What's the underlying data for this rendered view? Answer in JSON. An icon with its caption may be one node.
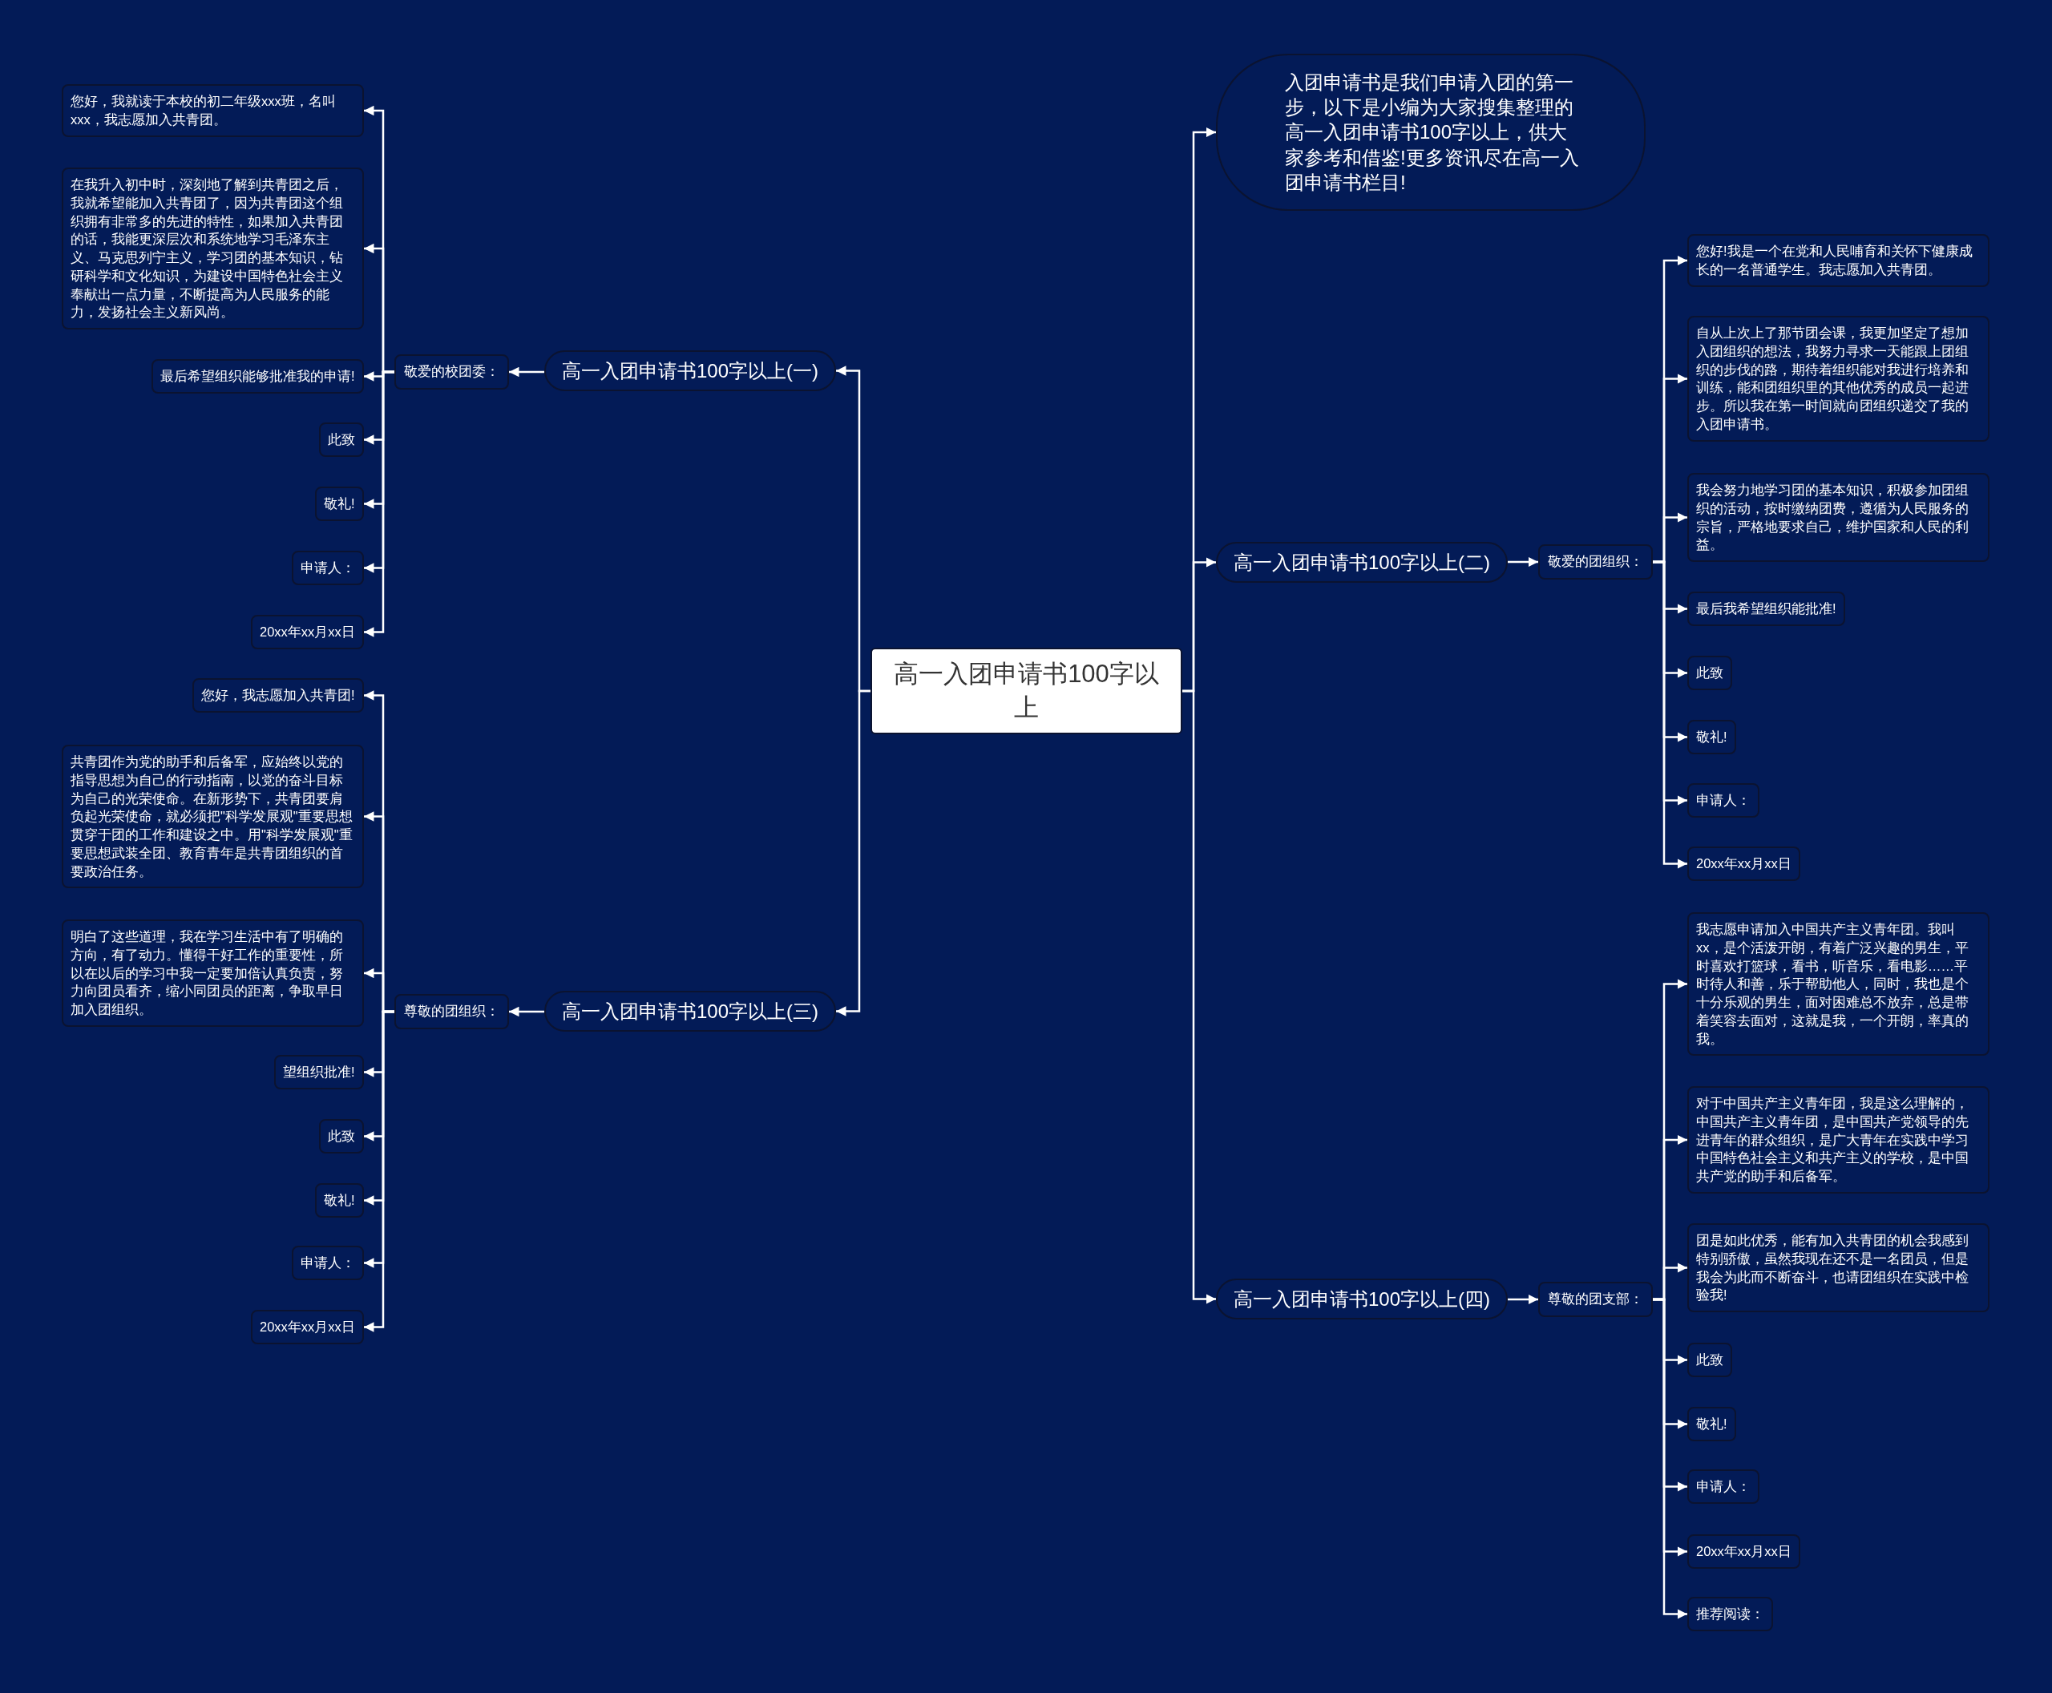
{
  "diagram": {
    "nodes": [
      {
        "text": [
          "高一入团申请书100字以上"
        ]
      },
      {
        "text": [
          "入团申请书是我们申请入团的第一步，以下是小编为大家搜集整理的高一入团申请书100字以上，供大家参考和借鉴!更多资讯尽在高一入团申请书栏目!"
        ]
      },
      {
        "text": [
          "高一入团申请书100字以上(一)"
        ]
      },
      {
        "text": [
          "敬爱的校团委："
        ]
      },
      {
        "text": [
          "您好，我就读于本校的初二年级xxx班，名叫xxx，我志愿加入共青团。"
        ]
      },
      {
        "text": [
          "在我升入初中时，深刻地了解到共青团之后，我就希望能加入共青团了，因为共青团这个组织拥有非常多的先进的特性，如果加入共青团的话，我能更深层次和系统地学习毛泽东主义、马克思列宁主义，学习团的基本知识，钻研科学和文化知识，为建设中国特色社会主义奉献出一点力量，不断提高为人民服务的能力，发扬社会主义新风尚。"
        ]
      },
      {
        "text": [
          "最后希望组织能够批准我的申请!"
        ]
      },
      {
        "text": [
          "此致"
        ]
      },
      {
        "text": [
          "敬礼!"
        ]
      },
      {
        "text": [
          "申请人："
        ]
      },
      {
        "text": [
          "20xx年xx月xx日"
        ]
      },
      {
        "text": [
          "高一入团申请书100字以上(三)"
        ]
      },
      {
        "text": [
          "尊敬的团组织："
        ]
      },
      {
        "text": [
          "您好，我志愿加入共青团!"
        ]
      },
      {
        "text": [
          "共青团作为党的助手和后备军，应始终以党的指导思想为自己的行动指南，以党的奋斗目标为自己的光荣使命。在新形势下，共青团要肩负起光荣使命，就必须把\"科学发展观\"重要思想贯穿于团的工作和建设之中。用\"科学发展观\"重要思想武装全团、教育青年是共青团组织的首要政治任务。"
        ]
      },
      {
        "text": [
          "明白了这些道理，我在学习生活中有了明确的方向，有了动力。懂得干好工作的重要性，所以在以后的学习中我一定要加倍认真负责，努力向团员看齐，缩小同团员的距离，争取早日加入团组织。"
        ]
      },
      {
        "text": [
          "望组织批准!"
        ]
      },
      {
        "text": [
          "此致"
        ]
      },
      {
        "text": [
          "敬礼!"
        ]
      },
      {
        "text": [
          "申请人："
        ]
      },
      {
        "text": [
          "20xx年xx月xx日"
        ]
      },
      {
        "text": [
          "高一入团申请书100字以上(二)"
        ]
      },
      {
        "text": [
          "敬爱的团组织："
        ]
      },
      {
        "text": [
          "您好!我是一个在党和人民哺育和关怀下健康成长的一名普通学生。我志愿加入共青团。"
        ]
      },
      {
        "text": [
          "自从上次上了那节团会课，我更加坚定了想加入团组织的想法，我努力寻求一天能跟上团组织的步伐的路，期待着组织能对我进行培养和训练，能和团组织里的其他优秀的成员一起进步。所以我在第一时间就向团组织递交了我的入团申请书。"
        ]
      },
      {
        "text": [
          "我会努力地学习团的基本知识，积极参加团组织的活动，按时缴纳团费，遵循为人民服务的宗旨，严格地要求自己，维护国家和人民的利益。"
        ]
      },
      {
        "text": [
          "最后我希望组织能批准!"
        ]
      },
      {
        "text": [
          "此致"
        ]
      },
      {
        "text": [
          "敬礼!"
        ]
      },
      {
        "text": [
          "申请人："
        ]
      },
      {
        "text": [
          "20xx年xx月xx日"
        ]
      },
      {
        "text": [
          "高一入团申请书100字以上(四)"
        ]
      },
      {
        "text": [
          "尊敬的团支部："
        ]
      },
      {
        "text": [
          "我志愿申请加入中国共产主义青年团。我叫xx，是个活泼开朗，有着广泛兴趣的男生，平时喜欢打篮球，看书，听音乐，看电影……平时待人和善，乐于帮助他人，同时，我也是个十分乐观的男生，面对困难总不放弃，总是带着笑容去面对，这就是我，一个开朗，率真的我。"
        ]
      },
      {
        "text": [
          "对于中国共产主义青年团，我是这么理解的，中国共产主义青年团，是中国共产党领导的先进青年的群众组织，是广大青年在实践中学习中国特色社会主义和共产主义的学校，是中国共产党的助手和后备军。"
        ]
      },
      {
        "text": [
          "团是如此优秀，能有加入共青团的机会我感到特别骄傲，虽然我现在还不是一名团员，但是我会为此而不断奋斗，也请团组织在实践中检验我!"
        ]
      },
      {
        "text": [
          "此致"
        ]
      },
      {
        "text": [
          "敬礼!"
        ]
      },
      {
        "text": [
          "申请人："
        ]
      },
      {
        "text": [
          "20xx年xx月xx日"
        ]
      },
      {
        "text": [
          "推荐阅读："
        ]
      }
    ],
    "edges": [
      {
        "from": 0,
        "to": 1,
        "arrow": "to"
      },
      {
        "from": 0,
        "to": 2,
        "arrow": "to"
      },
      {
        "from": 2,
        "to": 3,
        "arrow": "to"
      },
      {
        "from": 3,
        "to": 4,
        "arrow": "to"
      },
      {
        "from": 3,
        "to": 5,
        "arrow": "to"
      },
      {
        "from": 3,
        "to": 6,
        "arrow": "to"
      },
      {
        "from": 3,
        "to": 7,
        "arrow": "to"
      },
      {
        "from": 3,
        "to": 8,
        "arrow": "to"
      },
      {
        "from": 3,
        "to": 9,
        "arrow": "to"
      },
      {
        "from": 3,
        "to": 10,
        "arrow": "to"
      },
      {
        "from": 0,
        "to": 11,
        "arrow": "to"
      },
      {
        "from": 11,
        "to": 12,
        "arrow": "to"
      },
      {
        "from": 12,
        "to": 13,
        "arrow": "to"
      },
      {
        "from": 12,
        "to": 14,
        "arrow": "to"
      },
      {
        "from": 12,
        "to": 15,
        "arrow": "to"
      },
      {
        "from": 12,
        "to": 16,
        "arrow": "to"
      },
      {
        "from": 12,
        "to": 17,
        "arrow": "to"
      },
      {
        "from": 12,
        "to": 18,
        "arrow": "to"
      },
      {
        "from": 12,
        "to": 19,
        "arrow": "to"
      },
      {
        "from": 12,
        "to": 20,
        "arrow": "to"
      },
      {
        "from": 0,
        "to": 21,
        "arrow": "to"
      },
      {
        "from": 21,
        "to": 22,
        "arrow": "to"
      },
      {
        "from": 22,
        "to": 23,
        "arrow": "to"
      },
      {
        "from": 22,
        "to": 24,
        "arrow": "to"
      },
      {
        "from": 22,
        "to": 25,
        "arrow": "to"
      },
      {
        "from": 22,
        "to": 26,
        "arrow": "to"
      },
      {
        "from": 22,
        "to": 27,
        "arrow": "to"
      },
      {
        "from": 22,
        "to": 28,
        "arrow": "to"
      },
      {
        "from": 22,
        "to": 29,
        "arrow": "to"
      },
      {
        "from": 22,
        "to": 30,
        "arrow": "to"
      },
      {
        "from": 0,
        "to": 31,
        "arrow": "to"
      },
      {
        "from": 31,
        "to": 32,
        "arrow": "to"
      },
      {
        "from": 32,
        "to": 33,
        "arrow": "to"
      },
      {
        "from": 32,
        "to": 34,
        "arrow": "to"
      },
      {
        "from": 32,
        "to": 35,
        "arrow": "to"
      },
      {
        "from": 32,
        "to": 36,
        "arrow": "to"
      },
      {
        "from": 32,
        "to": 37,
        "arrow": "to"
      },
      {
        "from": 32,
        "to": 38,
        "arrow": "to"
      },
      {
        "from": 32,
        "to": 39,
        "arrow": "to"
      },
      {
        "from": 32,
        "to": 40,
        "arrow": "to"
      }
    ]
  }
}
